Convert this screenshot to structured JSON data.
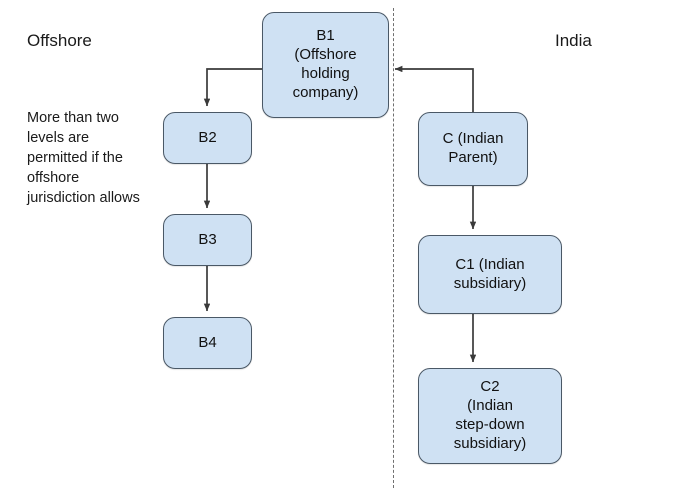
{
  "diagram": {
    "title_left": "Offshore",
    "title_right": "India",
    "note": "More than two levels are permitted if the offshore jurisdiction allows",
    "accent_fill": "#cfe1f3",
    "accent_stroke": "#4a5866",
    "divider_color": "#707070",
    "connector_color": "#3a3a3a"
  },
  "nodes": {
    "b1": {
      "label": "B1\n(Offshore holding company)",
      "lines": [
        "B1",
        "(Offshore",
        "holding",
        "company)"
      ]
    },
    "b2": {
      "label": "B2"
    },
    "b3": {
      "label": "B3"
    },
    "b4": {
      "label": "B4"
    },
    "c": {
      "label": "C (Indian Parent)",
      "lines": [
        "C (Indian",
        "Parent)"
      ]
    },
    "c1": {
      "label": "C1 (Indian subsidiary)",
      "lines": [
        "C1 (Indian",
        "subsidiary)"
      ]
    },
    "c2": {
      "label": "C2 (Indian step-down subsidiary)",
      "lines": [
        "C2",
        "(Indian",
        "step-down",
        "subsidiary)"
      ]
    }
  },
  "edges": [
    {
      "name": "b1-to-b2",
      "from": "b1",
      "to": "b2",
      "style": "elbow-left-down"
    },
    {
      "name": "b2-to-b3",
      "from": "b2",
      "to": "b3",
      "style": "straight-down"
    },
    {
      "name": "b3-to-b4",
      "from": "b3",
      "to": "b4",
      "style": "straight-down"
    },
    {
      "name": "c-to-b1",
      "from": "c",
      "to": "b1",
      "style": "elbow-up-left"
    },
    {
      "name": "c-to-c1",
      "from": "c",
      "to": "c1",
      "style": "straight-down"
    },
    {
      "name": "c1-to-c2",
      "from": "c1",
      "to": "c2",
      "style": "straight-down"
    }
  ]
}
